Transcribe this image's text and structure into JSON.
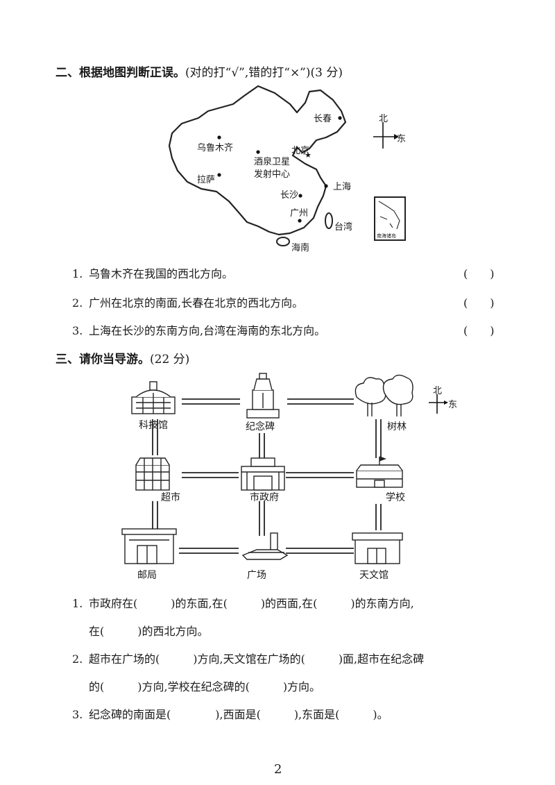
{
  "section2": {
    "title": "二、根据地图判断正误。",
    "instruction": "(对的打“√”,错的打“×”)(3 分)",
    "map": {
      "cities": [
        "乌鲁木齐",
        "酒泉卫星",
        "发射中心",
        "北京",
        "长春",
        "拉萨",
        "长沙",
        "上海",
        "广州",
        "台湾",
        "海南"
      ],
      "inset_label": "南海诸岛",
      "compass": {
        "north": "北",
        "east": "东"
      }
    },
    "items": [
      {
        "num": "1.",
        "text": "乌鲁木齐在我国的西北方向。",
        "answer": "(　　)"
      },
      {
        "num": "2.",
        "text": "广州在北京的南面,长春在北京的西北方向。",
        "answer": "(　　)"
      },
      {
        "num": "3.",
        "text": "上海在长沙的东南方向,台湾在海南的东北方向。",
        "answer": "(　　)"
      }
    ]
  },
  "section3": {
    "title": "三、请你当导游。",
    "instruction": "(22 分)",
    "places": [
      "科技馆",
      "纪念碑",
      "树林",
      "超市",
      "市政府",
      "学校",
      "邮局",
      "广场",
      "天文馆"
    ],
    "compass": {
      "north": "北",
      "east": "东"
    },
    "q1": {
      "num": "1.",
      "line1": "市政府在(　　　)的东面,在(　　　)的西面,在(　　　)的东南方向,",
      "line2": "在(　　　)的西北方向。"
    },
    "q2": {
      "num": "2.",
      "line1": "超市在广场的(　　　)方向,天文馆在广场的(　　　)面,超市在纪念碑",
      "line2": "的(　　　)方向,学校在纪念碑的(　　　)方向。"
    },
    "q3": {
      "num": "3.",
      "line1": "纪念碑的南面是(　　　　),西面是(　　　),东面是(　　　)。"
    }
  },
  "page_number": "2"
}
